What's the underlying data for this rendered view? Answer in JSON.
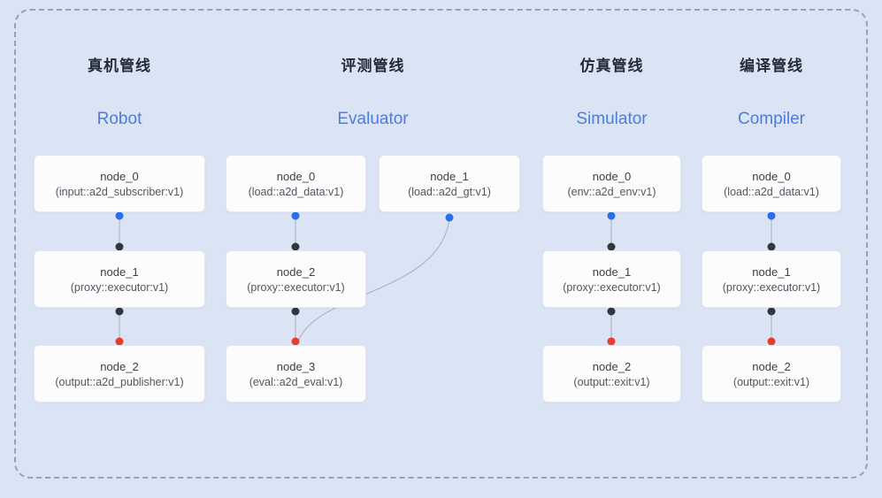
{
  "colors": {
    "background": "#dbe4f4",
    "frame_border": "#98a2b3",
    "node_bg": "#fcfcfc",
    "node_border": "#e4e7ec",
    "line": "#a8b0bd",
    "blue_dot": "#2970e8",
    "dark_dot": "#33373d",
    "red_dot": "#e53e2a",
    "title_cn": "#252b36",
    "title_en": "#4e7cd9"
  },
  "pipelines": [
    {
      "title_cn": "真机管线",
      "title_en": "Robot",
      "nodes": [
        {
          "name": "node_0",
          "type": "(input::a2d_subscriber:v1)"
        },
        {
          "name": "node_1",
          "type": "(proxy::executor:v1)"
        },
        {
          "name": "node_2",
          "type": "(output::a2d_publisher:v1)"
        }
      ]
    },
    {
      "title_cn": "评测管线",
      "title_en": "Evaluator",
      "nodes": [
        {
          "name": "node_0",
          "type": "(load::a2d_data:v1)"
        },
        {
          "name": "node_1",
          "type": "(load::a2d_gt:v1)"
        },
        {
          "name": "node_2",
          "type": "(proxy::executor:v1)"
        },
        {
          "name": "node_3",
          "type": "(eval::a2d_eval:v1)"
        }
      ]
    },
    {
      "title_cn": "仿真管线",
      "title_en": "Simulator",
      "nodes": [
        {
          "name": "node_0",
          "type": "(env::a2d_env:v1)"
        },
        {
          "name": "node_1",
          "type": "(proxy::executor:v1)"
        },
        {
          "name": "node_2",
          "type": "(output::exit:v1)"
        }
      ]
    },
    {
      "title_cn": "编译管线",
      "title_en": "Compiler",
      "nodes": [
        {
          "name": "node_0",
          "type": "(load::a2d_data:v1)"
        },
        {
          "name": "node_1",
          "type": "(proxy::executor:v1)"
        },
        {
          "name": "node_2",
          "type": "(output::exit:v1)"
        }
      ]
    }
  ]
}
